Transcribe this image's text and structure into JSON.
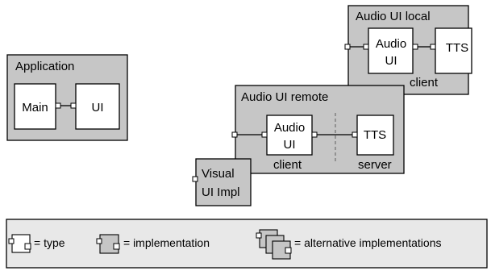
{
  "application": {
    "title": "Application",
    "main": "Main",
    "ui": "UI"
  },
  "audio_local": {
    "title": "Audio UI local",
    "audio_line1": "Audio",
    "audio_line2": "UI",
    "tts": "TTS",
    "client": "client"
  },
  "audio_remote": {
    "title": "Audio UI remote",
    "audio_line1": "Audio",
    "audio_line2": "UI",
    "tts": "TTS",
    "client": "client",
    "server": "server"
  },
  "visual": {
    "line1": "Visual",
    "line2": "UI Impl"
  },
  "legend": {
    "type": "= type",
    "implementation": "= implementation",
    "alternatives": "= alternative implementations"
  },
  "colors": {
    "component_fill": "#c6c6c6",
    "part_fill": "#ffffff",
    "legend_fill": "#e8e8e8",
    "dashed_separator": "#6f6f6f"
  }
}
